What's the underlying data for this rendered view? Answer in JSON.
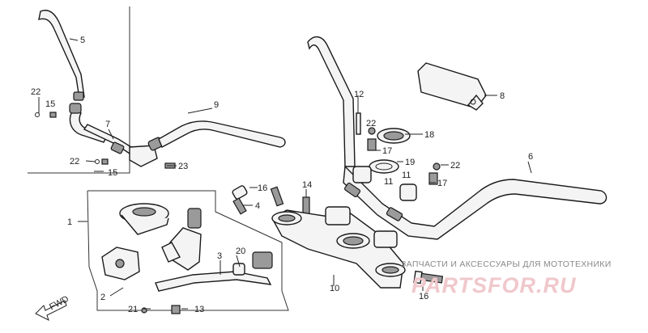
{
  "callouts": {
    "c1": "1",
    "c2": "2",
    "c3": "3",
    "c4": "4",
    "c5": "5",
    "c6": "6",
    "c7": "7",
    "c8": "8",
    "c9": "9",
    "c10": "10",
    "c11a": "11",
    "c11b": "11",
    "c12": "12",
    "c13": "13",
    "c14": "14",
    "c15a": "15",
    "c15b": "15",
    "c16a": "16",
    "c16b": "16",
    "c17a": "17",
    "c17b": "17",
    "c18": "18",
    "c19": "19",
    "c20": "20",
    "c21": "21",
    "c22a": "22",
    "c22b": "22",
    "c22c": "22",
    "c22d": "22",
    "c23": "23"
  },
  "direction_label": "FWD",
  "watermark": {
    "caption": "ЗАПЧАСТИ И АКСЕССУАРЫ ДЛЯ МОТОТЕХНИКИ",
    "logo": "PARTSFOR.RU"
  }
}
